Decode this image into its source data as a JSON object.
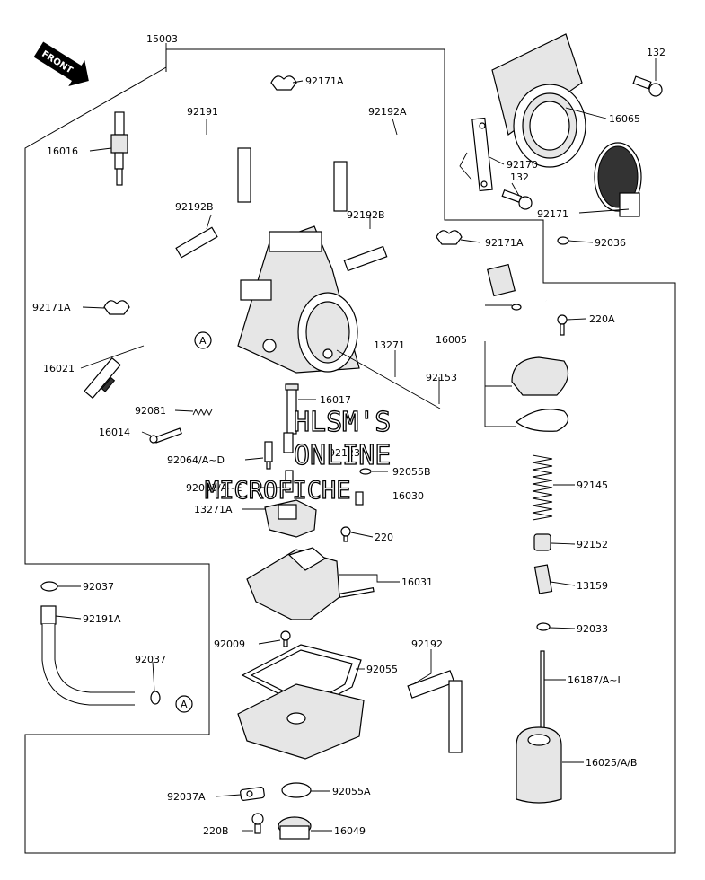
{
  "front_label": "FRONT",
  "watermark": [
    "HLSM'S",
    "ONLINE",
    "MICROFICHE"
  ],
  "callout_A": "A",
  "parts": {
    "p15003": "15003",
    "p132a": "132",
    "p132b": "132",
    "p92171A_top": "92171A",
    "p92191": "92191",
    "p92192A": "92192A",
    "p16065": "16065",
    "p16016": "16016",
    "p92170": "92170",
    "p92192B_l": "92192B",
    "p92192B_r": "92192B",
    "p92171": "92171",
    "p92171A_mid": "92171A",
    "p92036": "92036",
    "p92171A_left": "92171A",
    "p220A": "220A",
    "p16005": "16005",
    "p13271": "13271",
    "p16021": "16021",
    "p92153": "92153",
    "p16017": "16017",
    "p92081": "92081",
    "p16014": "16014",
    "p92123": "92123",
    "p92064": "92064/A~D",
    "p92055B": "92055B",
    "p92145": "92145",
    "p92063": "92063/A~E",
    "p16030": "16030",
    "p13271A": "13271A",
    "p220": "220",
    "p92152": "92152",
    "p16031": "16031",
    "p13159": "13159",
    "p92037_a": "92037",
    "p92191A": "92191A",
    "p92033": "92033",
    "p92009": "92009",
    "p92192": "92192",
    "p92037_b": "92037",
    "p92055": "92055",
    "p16187": "16187/A~I",
    "p16025": "16025/A/B",
    "p92037A": "92037A",
    "p92055A": "92055A",
    "p220B": "220B",
    "p16049": "16049"
  }
}
